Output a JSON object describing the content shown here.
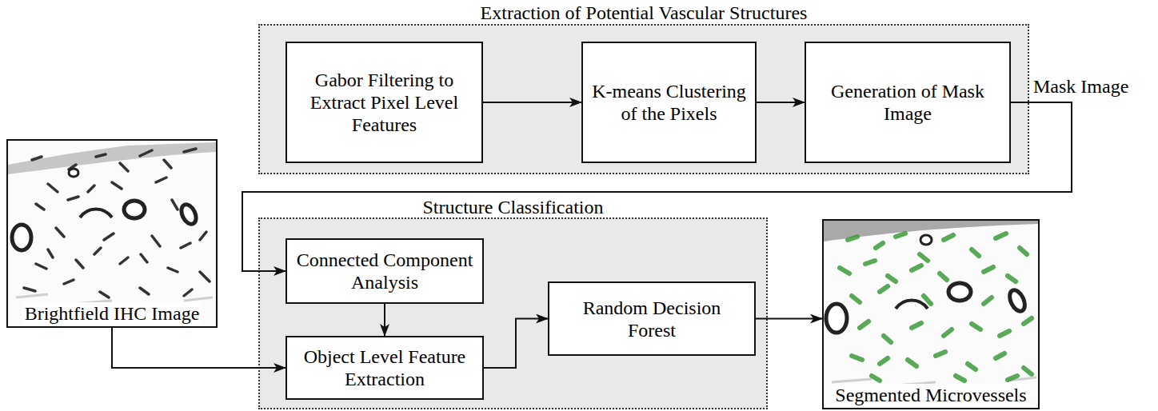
{
  "diagram": {
    "nodes": [
      {
        "text": [
          "Extraction of Potential Vascular Structures"
        ]
      },
      {
        "text": [
          "Gabor Filtering to Extract Pixel Level Features"
        ],
        "in": 0
      },
      {
        "text": [
          "K-means Clustering of the Pixels"
        ],
        "in": 0
      },
      {
        "text": [
          "Generation of Mask Image"
        ],
        "in": 0
      },
      {
        "text": [
          "Brightfield IHC Image"
        ]
      },
      {
        "text": [
          "Structure Classification"
        ]
      },
      {
        "text": [
          "Connected Component Analysis"
        ],
        "in": 5
      },
      {
        "text": [
          "Object Level Feature Extraction"
        ],
        "in": 5
      },
      {
        "text": [
          "Random Decision Forest"
        ],
        "in": 5
      },
      {
        "text": [
          "Segmented Microvessels"
        ]
      }
    ],
    "edges": [
      {
        "from": 1,
        "to": 2,
        "arrow": "to"
      },
      {
        "from": 2,
        "to": 3,
        "arrow": "to"
      },
      {
        "from": 3,
        "to": 6,
        "label": "Mask Image",
        "arrow": "to"
      },
      {
        "from": 6,
        "to": 7,
        "arrow": "to"
      },
      {
        "from": 4,
        "to": 7,
        "arrow": "to"
      },
      {
        "from": 7,
        "to": 8,
        "arrow": "to"
      },
      {
        "from": 8,
        "to": 9,
        "arrow": "to"
      }
    ]
  }
}
